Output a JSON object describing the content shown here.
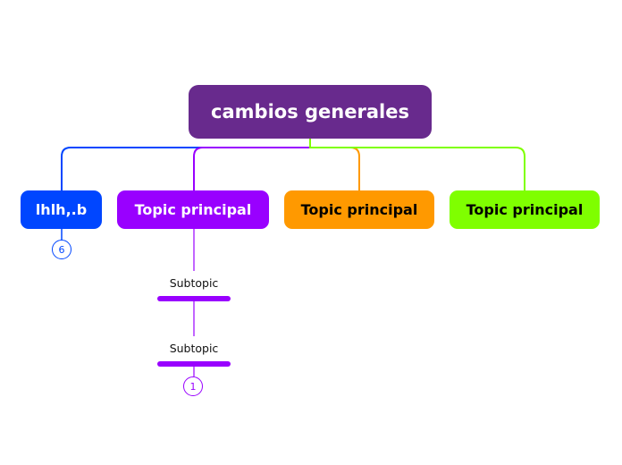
{
  "mindmap": {
    "central_topic": "cambios generales",
    "topics": [
      {
        "label": "lhlh,.b",
        "color": "#0046ff",
        "collapsed_count": "6"
      },
      {
        "label": "Topic principal",
        "color": "#9900ff",
        "subtopics": [
          {
            "label": "Subtopic"
          },
          {
            "label": "Subtopic",
            "collapsed_count": "1"
          }
        ]
      },
      {
        "label": "Topic principal",
        "color": "#ff9900"
      },
      {
        "label": "Topic principal",
        "color": "#7fff00"
      }
    ]
  },
  "colors": {
    "central": "#682a8d",
    "blue": "#0046ff",
    "purple": "#9900ff",
    "orange": "#ff9900",
    "green": "#7fff00"
  }
}
